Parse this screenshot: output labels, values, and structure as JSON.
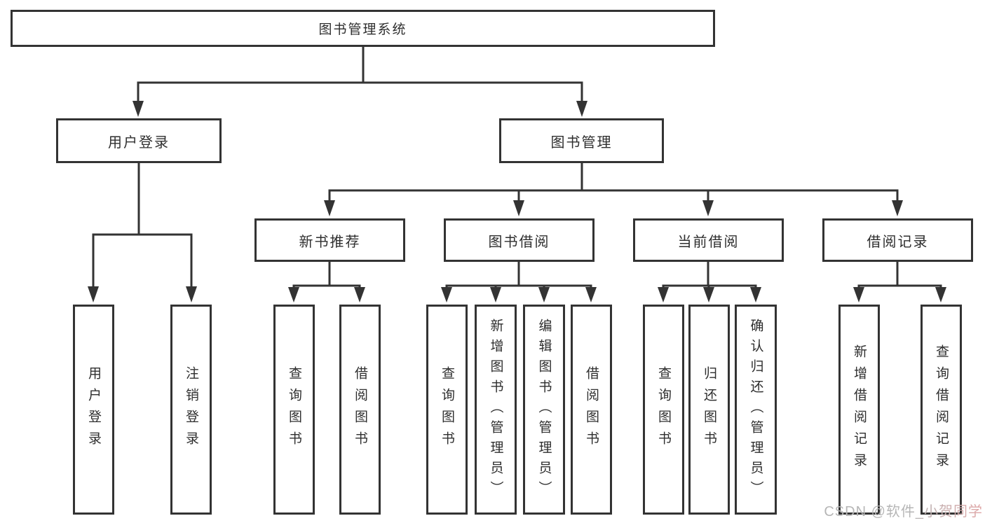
{
  "tree": {
    "label": "图书管理系统",
    "children": [
      {
        "label": "用户登录",
        "children": [
          {
            "label": "用户登录"
          },
          {
            "label": "注销登录"
          }
        ]
      },
      {
        "label": "图书管理",
        "children": [
          {
            "label": "新书推荐",
            "children": [
              {
                "label": "查询图书"
              },
              {
                "label": "借阅图书"
              }
            ]
          },
          {
            "label": "图书借阅",
            "children": [
              {
                "label": "查询图书"
              },
              {
                "label": "新增图书（管理员）"
              },
              {
                "label": "编辑图书（管理员）"
              },
              {
                "label": "借阅图书"
              }
            ]
          },
          {
            "label": "当前借阅",
            "children": [
              {
                "label": "查询图书"
              },
              {
                "label": "归还图书"
              },
              {
                "label": "确认归还（管理员）"
              }
            ]
          },
          {
            "label": "借阅记录",
            "children": [
              {
                "label": "新增借阅记录"
              },
              {
                "label": "查询借阅记录"
              }
            ]
          }
        ]
      }
    ]
  },
  "watermark": "CSDN @软件_小贺同学",
  "colors": {
    "line": "#333333",
    "box_border": "#333333",
    "text": "#2e2e2e",
    "background": "#ffffff",
    "watermark_gray": "#b5b5b5",
    "watermark_pink": "#e0a6a6"
  }
}
